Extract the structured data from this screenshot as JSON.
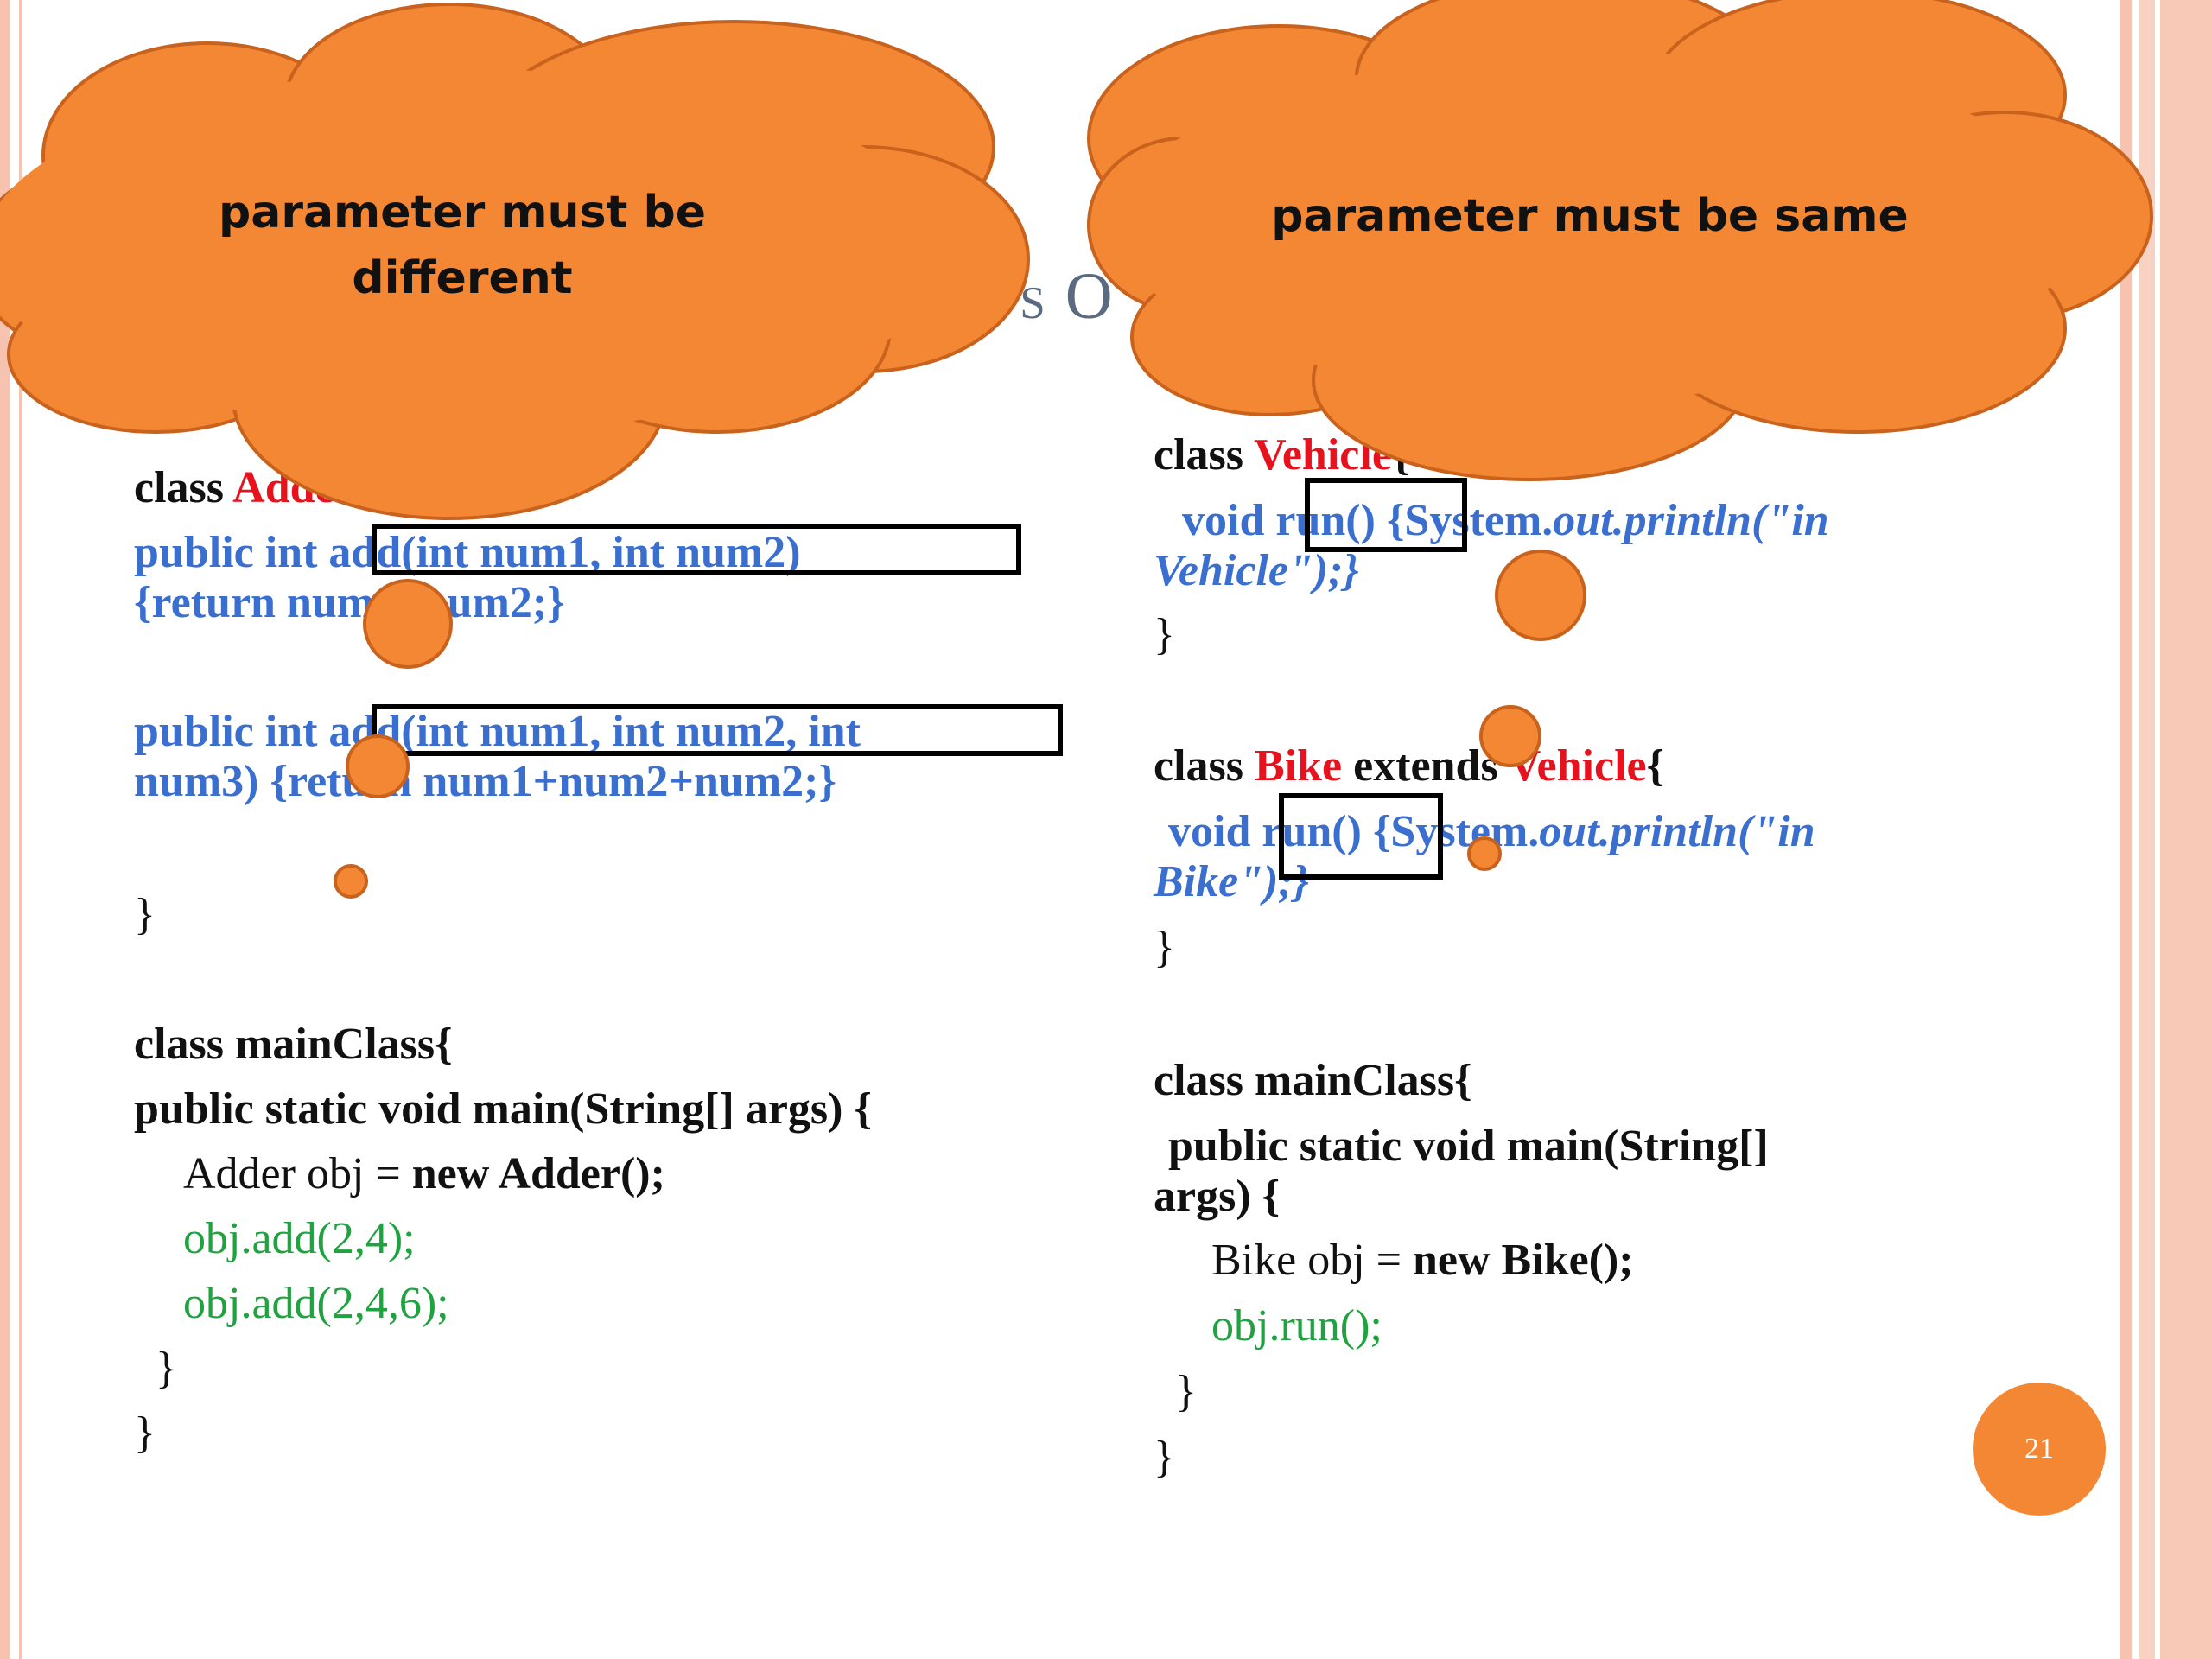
{
  "slide": {
    "title_fragment": "vs O",
    "page_number": "21"
  },
  "callouts": {
    "left_line1": "parameter must be",
    "left_line2": "different",
    "right": "parameter must be same"
  },
  "left_code": {
    "class_kw": "class ",
    "class_name": "Adder",
    "brace": "{",
    "m1_prefix": "public int ",
    "m1_sig": "add(int num1, int num2)",
    "m1_body": "{return num1+num2;}",
    "m2_prefix": "public int ",
    "m2_sig": "add(int num1, int num2, int",
    "m2_line2": "num3) {return       num1+num2+num2;}",
    "close1": "}",
    "main_class": "class mainClass{",
    "main_sig": "public static void main(String[] args) {",
    "obj_decl_a": "Adder obj = ",
    "obj_decl_b": "new Adder();",
    "call1": "obj.add(2,4);",
    "call2": "obj.add(2,4,6);",
    "close2": "}",
    "close3": "}"
  },
  "right_code": {
    "class_kw": "class ",
    "class_name": "Vehicle",
    "brace": "{",
    "v_void": "void ",
    "v_sig": "run()",
    "v_body_a": " {System.",
    "v_body_b": "out.println(\"in",
    "v_body_c": "Vehicle\");}",
    "close1": "}",
    "bike_kw": "class ",
    "bike_name": "Bike",
    "extends_kw": " extends ",
    "bike_parent": "Vehicle",
    "bike_brace": "{",
    "b_void": "void ",
    "b_sig": "run()",
    "b_body_a": " {System.",
    "b_body_b": "out.println(\"in",
    "b_body_c": "Bike\");}",
    "close2": "}",
    "main_class": "class mainClass{",
    "main_sig_1": "public static void main(String[]",
    "main_sig_2": "args) {",
    "obj_decl_a": "Bike obj = ",
    "obj_decl_b": "new Bike();",
    "call1": "obj.run();",
    "close3": "}",
    "close4": "}"
  },
  "colors": {
    "accent_orange": "#f48733",
    "border_pink": "#f6c3b1",
    "keyword_red": "#e6121e",
    "code_blue": "#3a6fd0",
    "call_green": "#1fa23f"
  }
}
